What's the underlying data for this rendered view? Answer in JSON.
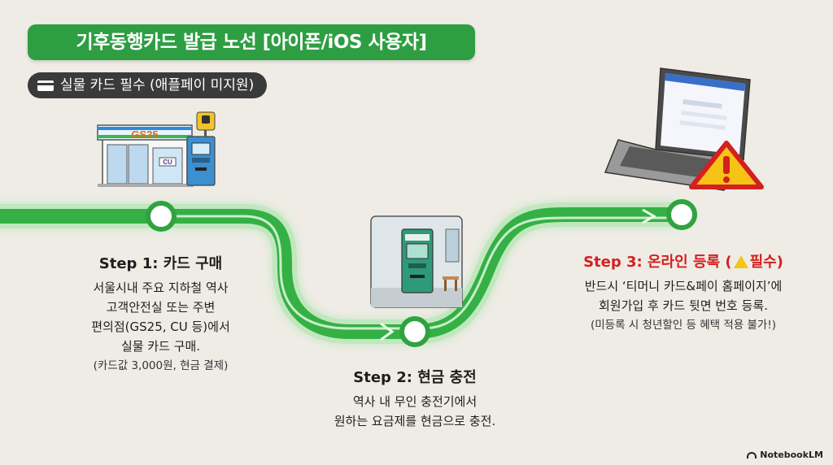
{
  "header": {
    "title": "기후동행카드 발급 노선 [아이폰/iOS 사용자]",
    "subtitle": "실물 카드 필수 (애플페이 미지원)"
  },
  "illustrations": {
    "store_sign": "GS25",
    "store_door_sign": "CU"
  },
  "steps": [
    {
      "title": "Step 1: 카드 구매",
      "lines": [
        "서울시내 주요 지하철 역사",
        "고객안전실 또는 주변",
        "편의점(GS25, CU 등)에서",
        "실물 카드 구매."
      ],
      "note": "(카드값 3,000원, 현금 결제)"
    },
    {
      "title": "Step 2: 현금 충전",
      "lines": [
        "역사 내 무인 충전기에서",
        "원하는 요금제를 현금으로 충전."
      ]
    },
    {
      "title_prefix": "Step 3: 온라인 등록 (",
      "title_suffix": "필수)",
      "lines": [
        "반드시 ‘티머니 카드&페이 홈페이지’에",
        "회원가입 후 카드 뒷면 번호 등록."
      ],
      "note": "(미등록 시 청년할인 등 혜택 적용 불가!)"
    }
  ],
  "footer": {
    "brand": "NotebookLM"
  },
  "colors": {
    "green": "#2e9e42",
    "route": "#3cb94a",
    "warning_red": "#d32020",
    "background": "#efece6"
  }
}
